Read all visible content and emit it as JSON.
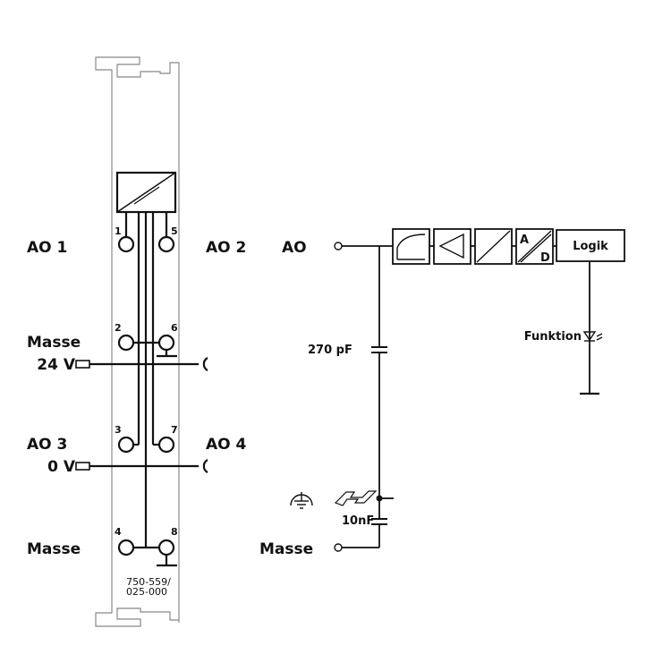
{
  "module": {
    "part_number_line1": "750-559/",
    "part_number_line2": "025-000",
    "terminals": [
      "1",
      "2",
      "3",
      "4",
      "5",
      "6",
      "7",
      "8"
    ]
  },
  "left_labels": {
    "ao1": "AO 1",
    "ao2": "AO 2",
    "masse_top": "Masse",
    "v24": "24 V",
    "ao3": "AO 3",
    "ao4": "AO 4",
    "v0": "0 V",
    "masse_bottom": "Masse"
  },
  "circuit": {
    "ao": "AO",
    "cap1": "270 pF",
    "cap2": "10nF",
    "masse": "Masse",
    "logik": "Logik",
    "ad_a": "A",
    "ad_d": "D",
    "funktion": "Funktion"
  },
  "colors": {
    "line": "#111111",
    "outline": "#888888"
  }
}
